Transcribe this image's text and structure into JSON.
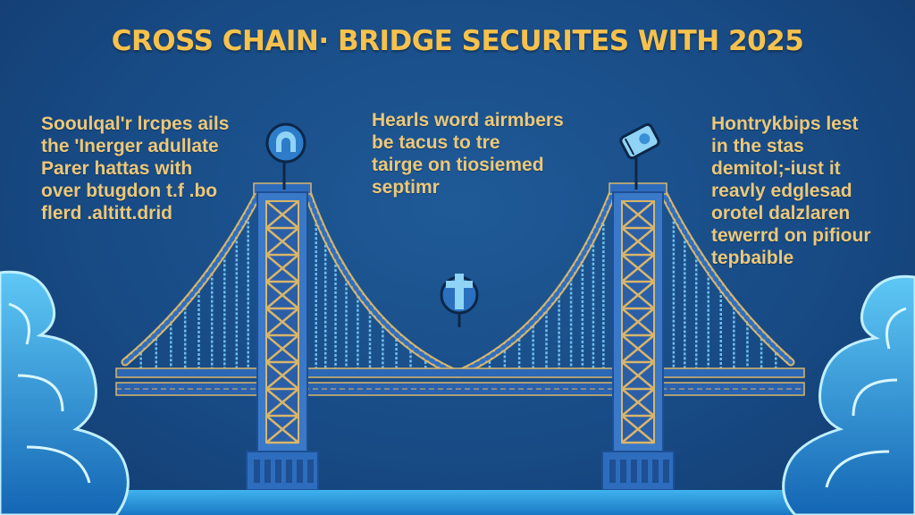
{
  "title": "CROSS CHAIN· BRIDGE SECURITES WITH 2025",
  "paragraphs": [
    {
      "lines": [
        "Sooulqal'r lrcpes ails",
        "the 'Inerger adullate",
        "Parer hattas with",
        "over btugdon t.f .bo",
        "flerd .altitt.drid"
      ]
    },
    {
      "lines": [
        "Hearls word airmbers",
        "be tacus to tre",
        "tairge on tiosiemed",
        "septimr"
      ]
    },
    {
      "lines": [
        "Hontrykbips lest",
        "in the stas",
        "demitol;-iust it",
        "reavly edglesad",
        "orotel dalzlaren",
        "tewerrd on pifiour",
        "tepbaible"
      ]
    }
  ],
  "icons": [
    "shield-lock-icon",
    "wallet-icon",
    "cross-shield-icon"
  ],
  "colors": {
    "background": "#184b85",
    "title": "#f6c14c",
    "text": "#ecc87a",
    "tower": "#3a78c8",
    "tower_lattice": "#d9b56a",
    "glow": "#7fd3ff"
  }
}
